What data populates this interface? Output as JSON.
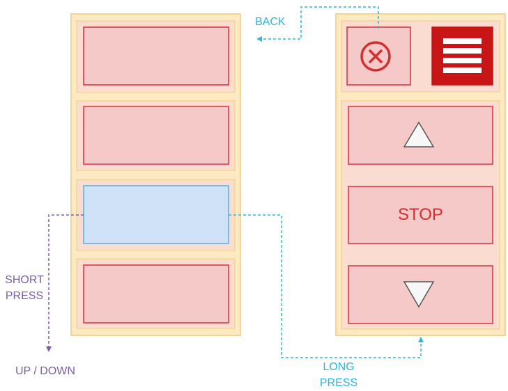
{
  "labels": {
    "back": "BACK",
    "long_press": "LONG\nPRESS",
    "short_press": "SHORT\nPRESS",
    "up_down": "UP / DOWN"
  },
  "right_panel": {
    "stop_label": "STOP",
    "icons": {
      "close": "close-circle-icon",
      "menu": "menu-icon",
      "up": "triangle-up-icon",
      "down": "triangle-down-icon"
    }
  },
  "colors": {
    "panel_fill": "#fde9c2",
    "panel_stroke": "#f5d594",
    "cell_fill": "#fbdcd0",
    "item_fill": "#f6c9c9",
    "item_stroke": "#d9303a",
    "selected_fill": "#cfe2f7",
    "selected_stroke": "#5aaee0",
    "menu_fill": "#c81616",
    "back_arrow": "#29b6e0",
    "short_arrow": "#7b5ea7"
  }
}
